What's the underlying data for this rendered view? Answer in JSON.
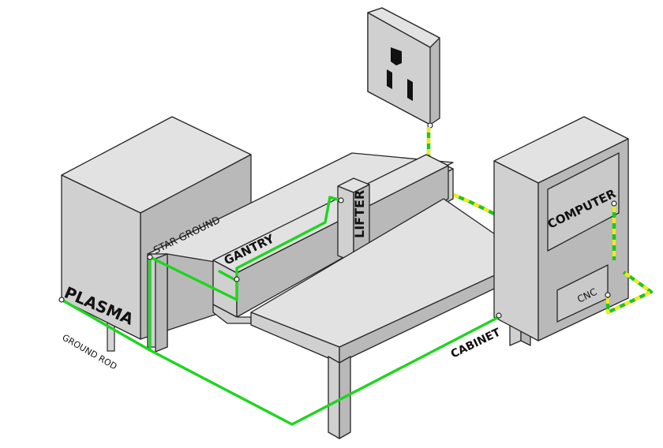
{
  "labels": {
    "plasma": "PLASMA",
    "star_ground": "STAR GROUND",
    "gantry": "GANTRY",
    "lifter": "LIFTER",
    "computer": "COMPUTER",
    "cnc": "CNC",
    "cabinet": "CABINET",
    "ground_rod": "GROUND ROD"
  },
  "colors": {
    "ground_wire": "#1fd51f",
    "earth_wire_green": "#22c322",
    "earth_wire_yellow": "#f1ea1e",
    "housing_top": "#e2e2e2",
    "housing_front": "#d0d0d0",
    "housing_side": "#b9b9b9"
  },
  "icons": [
    "wall-outlet-icon",
    "ground-rod-icon"
  ]
}
